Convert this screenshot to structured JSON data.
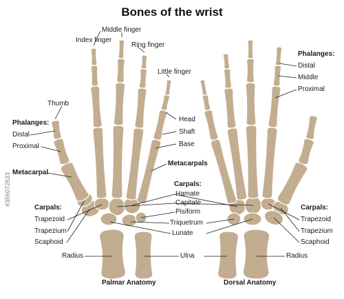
{
  "title": "Bones of the wrist",
  "captions": {
    "left": "Palmar Anatomy",
    "right": "Dorsal Anatomy"
  },
  "watermark": "#355072633",
  "colors": {
    "bone": "#c2ad90",
    "bone_stroke": "#ffffff",
    "leader": "#1a1a1a",
    "text": "#1a1a1a"
  },
  "left_labels": {
    "middle_finger": "Middle finger",
    "index_finger": "Index finger",
    "ring_finger": "Ring finger",
    "little_finger": "Little finger",
    "thumb": "Thumb",
    "phalanges": "Phalanges:",
    "distal": "Distal",
    "proximal": "Proximal",
    "head": "Head",
    "shaft": "Shaft",
    "base": "Base",
    "metacarpal": "Metacarpal",
    "metacarpals": "Metacarpals",
    "carpals": "Carpals:",
    "trapezoid": "Trapezoid",
    "trapezium": "Trapezium",
    "scaphoid": "Scaphoid",
    "radius": "Radius"
  },
  "center_labels": {
    "carpals": "Carpals:",
    "hamate": "Hamate",
    "capitate": "Capitate",
    "pisiform": "Pisiform",
    "triquetrum": "Triquetrum",
    "lunate": "Lunate",
    "ulna": "Ulna"
  },
  "right_labels": {
    "phalanges": "Phalanges:",
    "distal": "Distal",
    "middle": "Middle",
    "proximal": "Proximal",
    "carpals": "Carpals:",
    "trapezoid": "Trapezoid",
    "trapezium": "Trapezium",
    "scaphoid": "Scaphoid",
    "radius": "Radius"
  }
}
